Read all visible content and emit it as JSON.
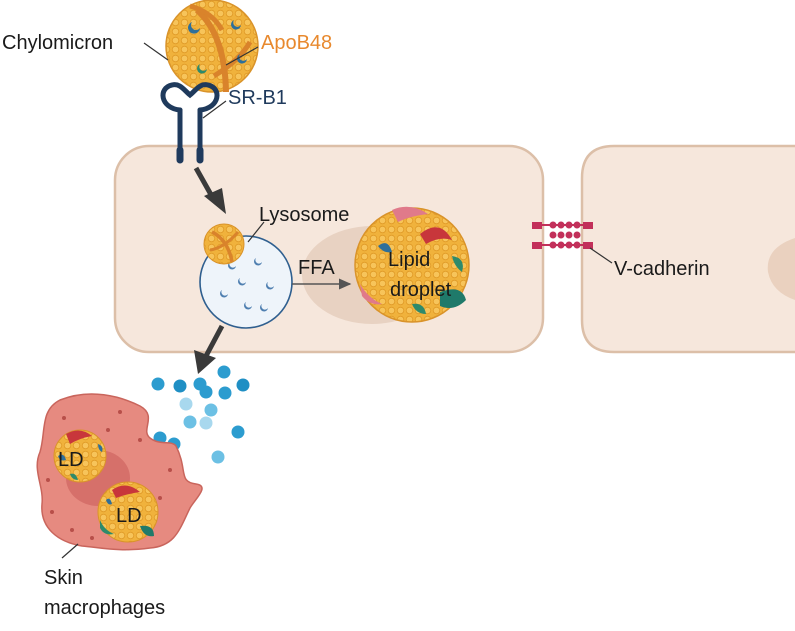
{
  "labels": {
    "chylomicron": "Chylomicron",
    "apob48": "ApoB48",
    "srb1": "SR-B1",
    "lysosome": "Lysosome",
    "ffa": "FFA",
    "lipid_droplet_line1": "Lipid",
    "lipid_droplet_line2": "droplet",
    "vcadherin": "V-cadherin",
    "ld_1": "LD",
    "ld_2": "LD",
    "macrophage_line1": "Skin",
    "macrophage_line2": "macrophages"
  },
  "colors": {
    "cell_fill": "#f6e7dc",
    "cell_stroke": "#dcbfa8",
    "lipid_orange": "#f0b23c",
    "apob48_band": "#d9832b",
    "apob48_text": "#e8892e",
    "receptor_navy": "#1f3a5c",
    "lysosome_fill": "#eef4fa",
    "lysosome_stroke": "#2f5f8f",
    "vcadherin_crimson": "#c2305a",
    "macrophage_fill": "#e68a80",
    "ffa_blue": "#2c9ccf",
    "ffa_light": "#a8d8ee"
  }
}
